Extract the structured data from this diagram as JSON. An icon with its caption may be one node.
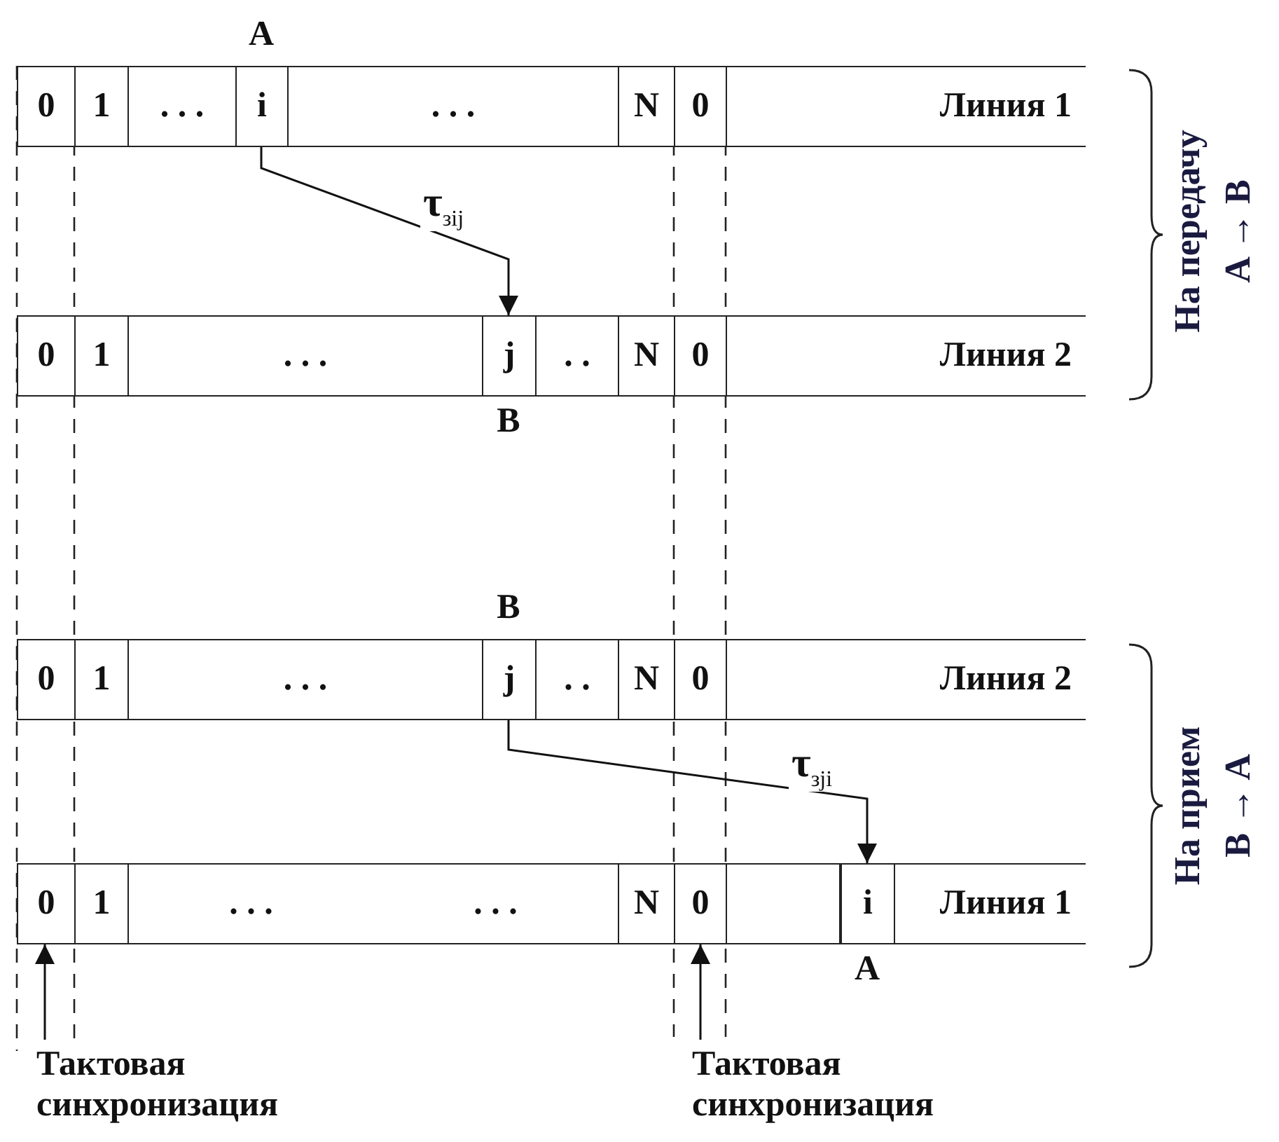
{
  "diagram": {
    "nodes": [
      {
        "text": [
          "0"
        ]
      },
      {
        "text": [
          "1"
        ]
      },
      {
        "text": [
          ". . ."
        ]
      },
      {
        "text": [
          "i"
        ],
        "beside": [
          "A"
        ]
      },
      {
        "text": [
          ". . ."
        ]
      },
      {
        "text": [
          "N"
        ]
      },
      {
        "text": [
          "0"
        ]
      },
      {
        "text": [
          "Линия 1"
        ]
      },
      {
        "text": [
          "0"
        ]
      },
      {
        "text": [
          "1"
        ]
      },
      {
        "text": [
          ". . ."
        ]
      },
      {
        "text": [
          "j"
        ],
        "beside": [
          "B"
        ]
      },
      {
        "text": [
          ". ."
        ]
      },
      {
        "text": [
          "N"
        ]
      },
      {
        "text": [
          "0"
        ]
      },
      {
        "text": [
          "Линия 2"
        ]
      },
      {
        "text": [
          "0"
        ]
      },
      {
        "text": [
          "1"
        ]
      },
      {
        "text": [
          ". . ."
        ]
      },
      {
        "text": [
          "j"
        ],
        "beside": [
          "B"
        ]
      },
      {
        "text": [
          ". ."
        ]
      },
      {
        "text": [
          "N"
        ]
      },
      {
        "text": [
          "0"
        ]
      },
      {
        "text": [
          "Линия 2"
        ]
      },
      {
        "text": [
          "0"
        ]
      },
      {
        "text": [
          "1"
        ]
      },
      {
        "text": [
          ". . .",
          ". . ."
        ]
      },
      {
        "text": [
          "N"
        ]
      },
      {
        "text": [
          "0"
        ]
      },
      {
        "text": [],
        "shape": "box"
      },
      {
        "text": [
          "i"
        ],
        "beside": [
          "A"
        ]
      },
      {
        "text": [
          "Линия 1"
        ]
      },
      {
        "text": [
          "Тактовая синхронизация"
        ]
      },
      {
        "text": [
          "Тактовая синхронизация"
        ]
      }
    ],
    "edges": [
      {
        "from": 3,
        "to": 11,
        "arrow": "to",
        "label": "τ$_{зij}$"
      },
      {
        "from": 19,
        "to": 30,
        "arrow": "to",
        "label": "τ$_{зji}$"
      },
      {
        "from": 32,
        "to": 24,
        "arrow": "to"
      },
      {
        "from": 33,
        "to": 28,
        "arrow": "to"
      }
    ],
    "labels": [
      "На передачу",
      "A → B",
      "На прием",
      "B → A"
    ]
  }
}
